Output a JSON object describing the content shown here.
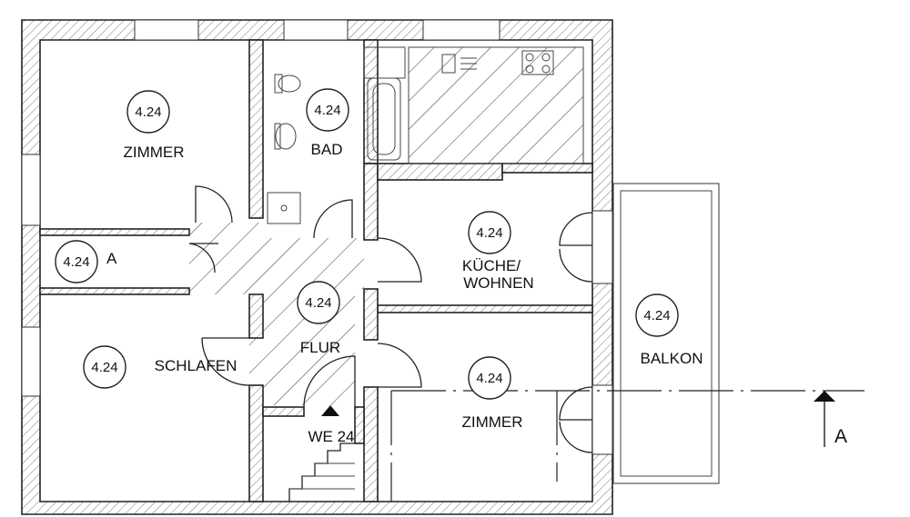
{
  "rooms": {
    "zimmer1": {
      "name": "ZIMMER",
      "code": "4.24"
    },
    "bad": {
      "name": "BAD",
      "code": "4.24"
    },
    "abstell": {
      "name": "A",
      "code": "4.24"
    },
    "kueche": {
      "name_line1": "KÜCHE/",
      "name_line2": "WOHNEN",
      "code": "4.24"
    },
    "flur": {
      "name": "FLUR",
      "code": "4.24"
    },
    "schlafen": {
      "name": "SCHLAFEN",
      "code": "4.24"
    },
    "zimmer2": {
      "name": "ZIMMER",
      "code": "4.24"
    },
    "balkon": {
      "name": "BALKON",
      "code": "4.24"
    }
  },
  "unit_label": "WE 24",
  "section_marker": "A"
}
